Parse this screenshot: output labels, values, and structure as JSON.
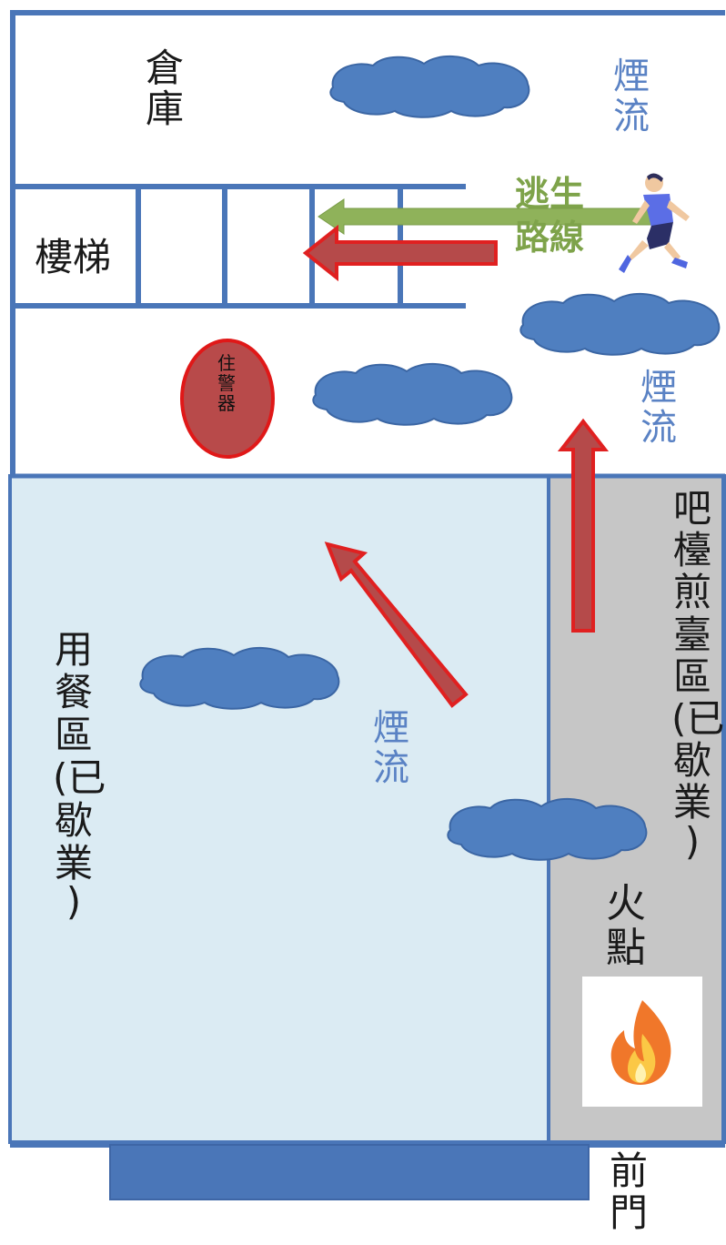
{
  "rooms": {
    "warehouse": "倉庫",
    "stairs": "樓梯",
    "dining_area": "用餐區(已歇業",
    "dining_close": ")",
    "bar_area": "吧檯煎臺區(已歇業",
    "bar_close": ")",
    "front_door": "前門"
  },
  "labels": {
    "smoke_flow": "煙流",
    "escape_route_line1": "逃生",
    "escape_route_line2": "路線",
    "fire_point": "火點",
    "detector": "住警器"
  },
  "icons": [
    "runner-icon",
    "fire-icon",
    "smoke-cloud-icon",
    "smoke-arrow-icon",
    "escape-arrow-icon"
  ],
  "colors": {
    "wall": "#4a76b8",
    "cloud": "#4f7fc0",
    "smoke_arrow": "#b54a4a",
    "smoke_arrow_border": "#e02020",
    "escape_arrow": "#8fb25a",
    "dining_fill": "#dbebf3",
    "bar_fill": "#c6c6c6",
    "detector_fill": "#b84a4a",
    "detector_border": "#e01818"
  }
}
